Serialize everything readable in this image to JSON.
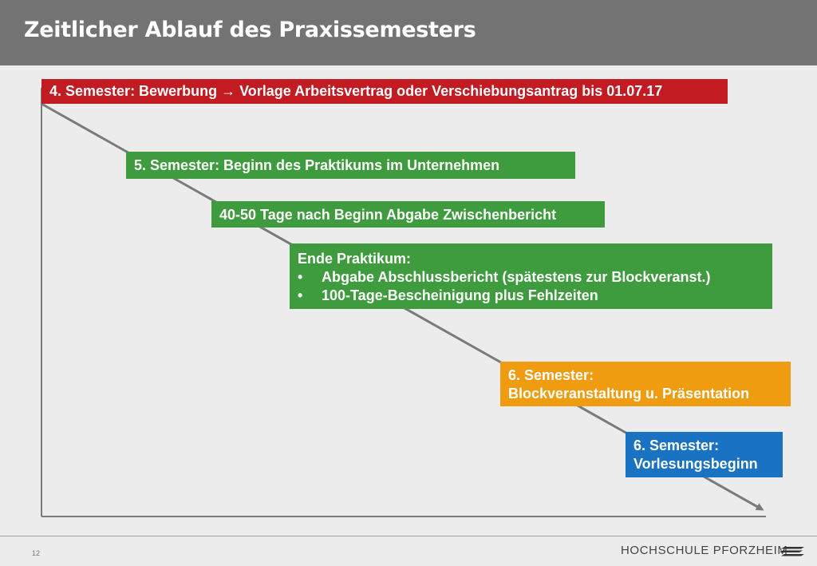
{
  "title": "Zeitlicher Ablauf des Praxissemesters",
  "steps": {
    "s1": {
      "line1": "4. Semester: Bewerbung → Vorlage Arbeitsvertrag oder Verschiebungsantrag bis 01.07.17"
    },
    "s2": {
      "line1": "5. Semester: Beginn des Praktikums im Unternehmen"
    },
    "s3": {
      "line1": "40-50 Tage nach Beginn Abgabe Zwischenbericht"
    },
    "s4": {
      "heading": "Ende Praktikum:",
      "bullet_char": "•",
      "bullets": [
        "Abgabe Abschlussbericht (spätestens zur Blockveranst.)",
        "100-Tage-Bescheinigung plus Fehlzeiten"
      ]
    },
    "s5": {
      "line1": "6. Semester:",
      "line2": "Blockveranstaltung u. Präsentation"
    },
    "s6": {
      "line1": "6. Semester:",
      "line2": "Vorlesungsbeginn"
    }
  },
  "colors": {
    "title_bar": "#737373",
    "red": "#c21b22",
    "green": "#3e9b3e",
    "orange": "#f09c10",
    "blue": "#1a73c2",
    "arrow": "#7a7a7a"
  },
  "footer": {
    "page_number": "12",
    "brand": "HOCHSCHULE PFORZHEIM",
    "logo_icon": "stripes-logo-icon"
  }
}
